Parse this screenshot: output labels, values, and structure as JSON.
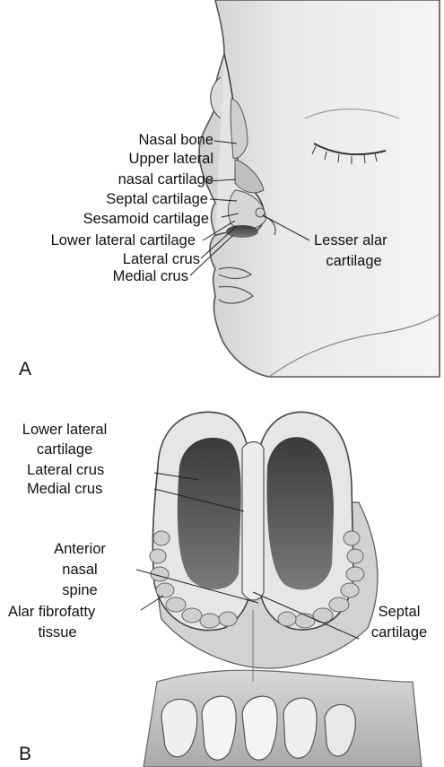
{
  "panel_a": {
    "letter": "A",
    "labels": {
      "nasal_bone": "Nasal bone",
      "upper_lateral_1": "Upper lateral",
      "upper_lateral_2": "nasal cartilage",
      "septal": "Septal cartilage",
      "sesamoid": "Sesamoid cartilage",
      "lower_lateral": "Lower lateral cartilage",
      "lateral_crus": "Lateral crus",
      "medial_crus": "Medial crus",
      "lesser_alar_1": "Lesser alar",
      "lesser_alar_2": "cartilage"
    }
  },
  "panel_b": {
    "letter": "B",
    "labels": {
      "lower_lateral_1": "Lower lateral",
      "lower_lateral_2": "cartilage",
      "lateral_crus": "Lateral crus",
      "medial_crus": "Medial crus",
      "anterior_1": "Anterior",
      "anterior_2": "nasal",
      "anterior_3": "spine",
      "alar_1": "Alar fibrofatty",
      "alar_2": "tissue",
      "septal_1": "Septal",
      "septal_2": "cartilage"
    }
  }
}
